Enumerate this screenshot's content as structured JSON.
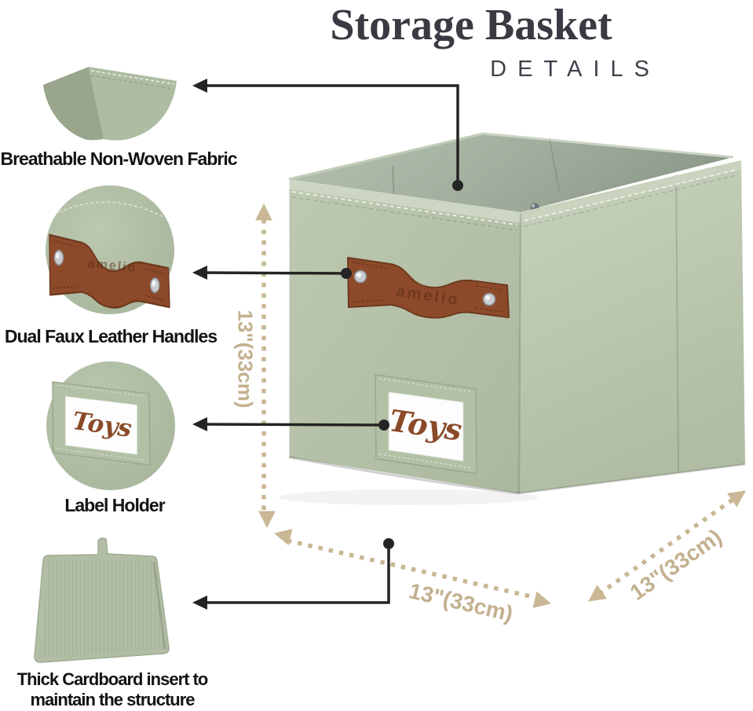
{
  "header": {
    "title": "Storage Basket",
    "subtitle": "DETAILS"
  },
  "features": [
    {
      "label": "Breathable Non-Woven Fabric"
    },
    {
      "label": "Dual Faux Leather Handles"
    },
    {
      "label": "Label Holder"
    },
    {
      "label": "Thick Cardboard insert to maintain the structure"
    }
  ],
  "product": {
    "label_card_text": "Toys",
    "handle_embossed_text": "amelio"
  },
  "dimensions": {
    "height": "13\"(33cm)",
    "width": "13\"(33cm)",
    "depth": "13\"(33cm)"
  },
  "colors": {
    "fabric_sage": "#b7c4aa",
    "fabric_interior": "#9aa695",
    "handle_brown": "#8d4a2b",
    "dimension_tan": "#c9b795",
    "callout_black": "#242424",
    "title_text": "#3a3a42",
    "card_text_brown": "#8a4a28",
    "card_white": "#fcfdfc"
  }
}
